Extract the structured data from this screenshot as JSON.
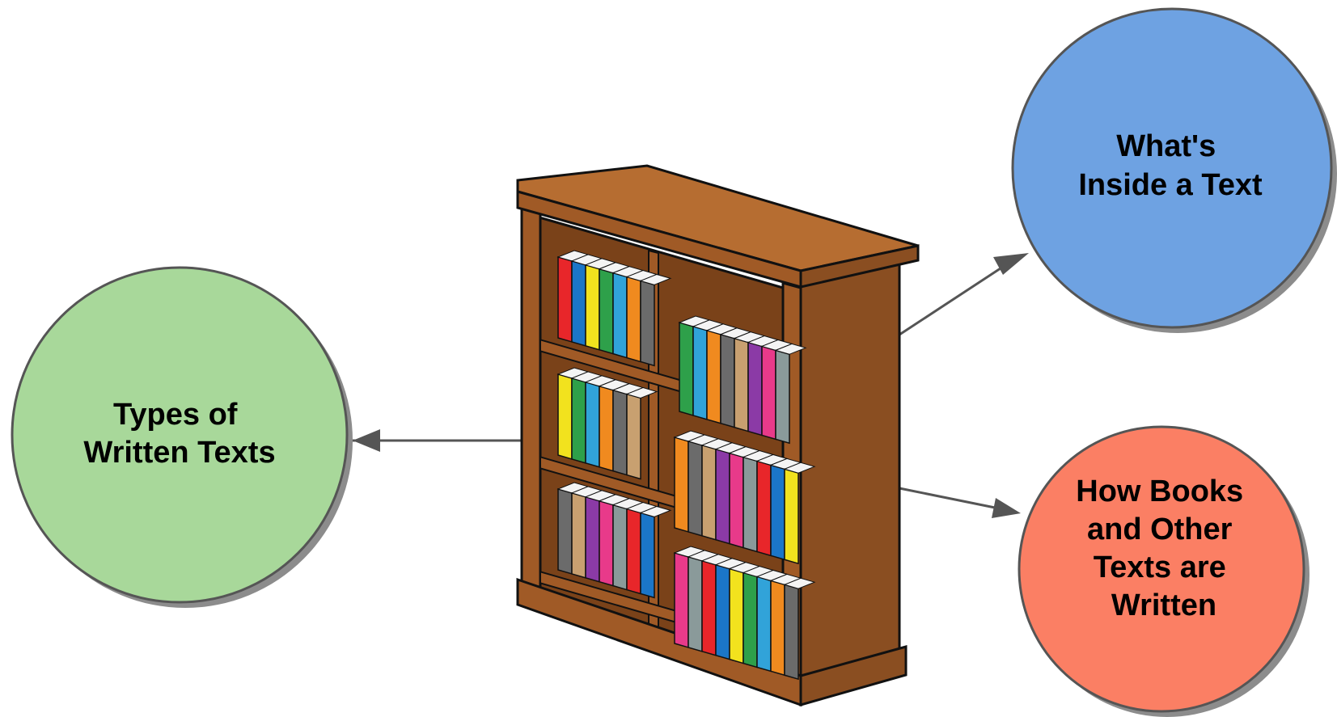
{
  "nodes": {
    "left": {
      "lines": [
        "Types of",
        "Written Texts"
      ],
      "fill": "#a8d89a"
    },
    "top_right": {
      "lines": [
        "What's",
        "Inside a Text"
      ],
      "fill": "#6ea2e2"
    },
    "bottom_right": {
      "lines": [
        "How Books",
        "and Other",
        "Texts are",
        "Written"
      ],
      "fill": "#fb7f64"
    }
  },
  "colors": {
    "arrow": "#555555",
    "circle_stroke": "#555555",
    "shadow": "#8c8c8c",
    "wood_dark": "#8a4e21",
    "wood_mid": "#a05a26",
    "wood_light": "#b66d31",
    "outline": "#111111"
  },
  "book_colors": [
    "#e8262a",
    "#1b76c8",
    "#f2e21e",
    "#2ea04a",
    "#31a3d9",
    "#f08a1f",
    "#6b6b6b",
    "#c8a070",
    "#8b3aa6",
    "#e83a8a",
    "#8a9a9a"
  ],
  "central_image": "bookcase-illustration"
}
